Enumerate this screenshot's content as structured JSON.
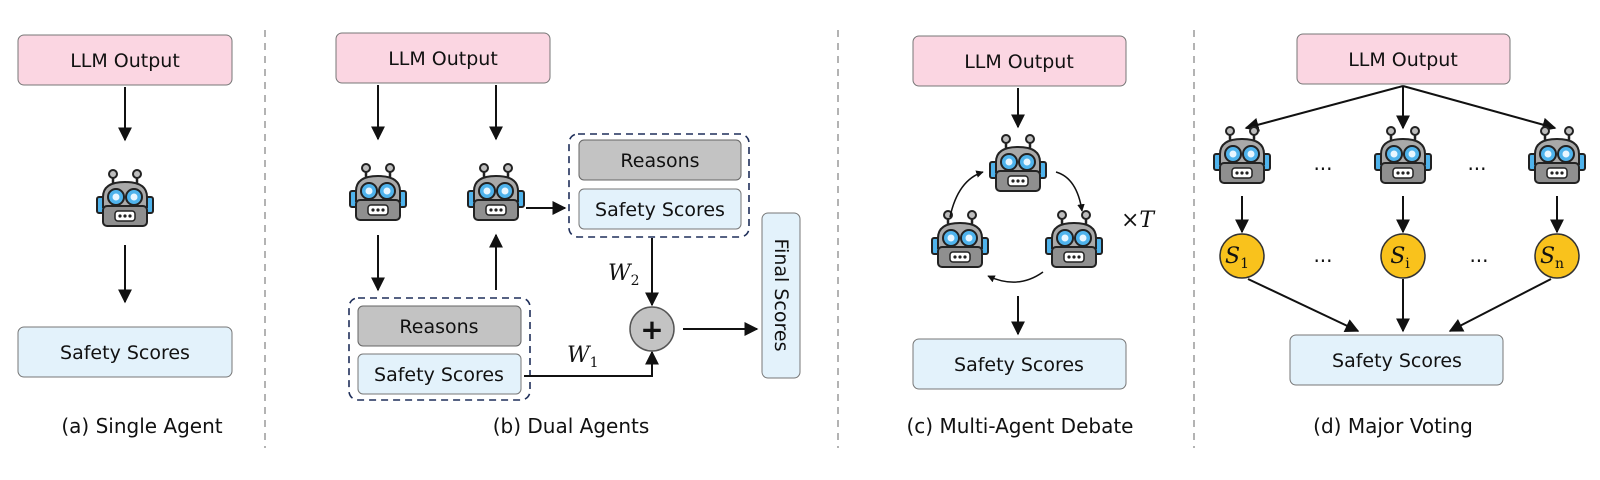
{
  "panel_a": {
    "llm_output": "LLM Output",
    "safety_scores": "Safety Scores",
    "caption": "(a) Single Agent"
  },
  "panel_b": {
    "llm_output": "LLM Output",
    "reasons_top": "Reasons",
    "safety_scores_top": "Safety Scores",
    "reasons_bottom": "Reasons",
    "safety_scores_bottom": "Safety Scores",
    "w1": "W",
    "w1_sub": "1",
    "w2": "W",
    "w2_sub": "2",
    "plus": "+",
    "final_scores": "Final Scores",
    "caption": "(b) Dual Agents"
  },
  "panel_c": {
    "llm_output": "LLM Output",
    "times_t": "×T",
    "safety_scores": "Safety Scores",
    "caption": "(c) Multi-Agent Debate"
  },
  "panel_d": {
    "llm_output": "LLM Output",
    "s1": "S",
    "s1_sub": "1",
    "si": "S",
    "si_sub": "i",
    "sn": "S",
    "sn_sub": "n",
    "ellipsis": "...",
    "safety_scores": "Safety Scores",
    "caption": "(d) Major Voting"
  },
  "colors": {
    "pink_box": "#fbd6e2",
    "blue_box": "#e3f2fb",
    "gray_box": "#c3c3c3",
    "yellow_node": "#f9c21c",
    "robot_body": "#a9a9a9",
    "robot_eye": "#4fb3ec"
  }
}
